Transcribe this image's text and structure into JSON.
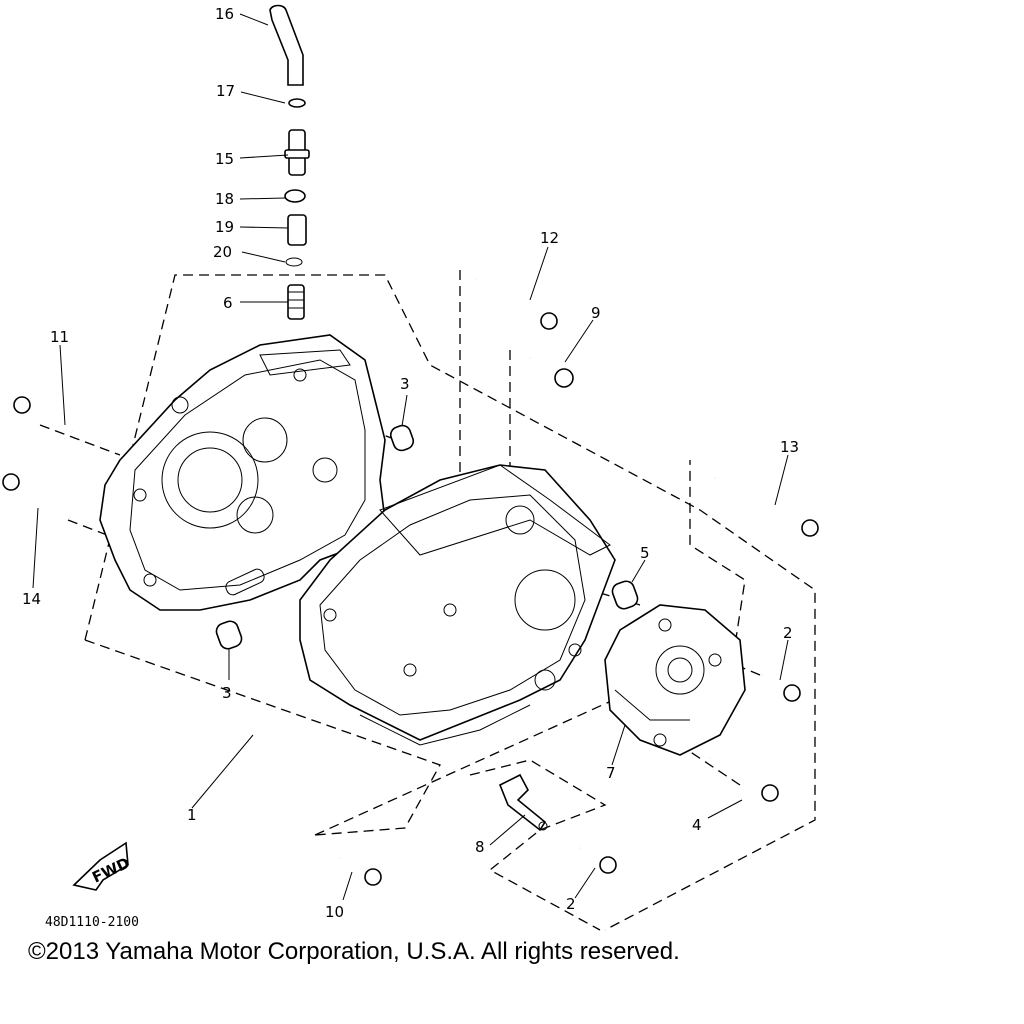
{
  "callouts": {
    "c1": "1",
    "c2a": "2",
    "c2b": "2",
    "c3a": "3",
    "c3b": "3",
    "c4": "4",
    "c5": "5",
    "c6": "6",
    "c7": "7",
    "c8": "8",
    "c9": "9",
    "c10": "10",
    "c11": "11",
    "c12": "12",
    "c13": "13",
    "c14": "14",
    "c15": "15",
    "c16": "16",
    "c17": "17",
    "c18": "18",
    "c19": "19",
    "c20": "20"
  },
  "fwd_label": "FWD",
  "part_code": "48D1110-2100",
  "copyright": "©2013 Yamaha Motor Corporation, U.S.A. All rights reserved."
}
